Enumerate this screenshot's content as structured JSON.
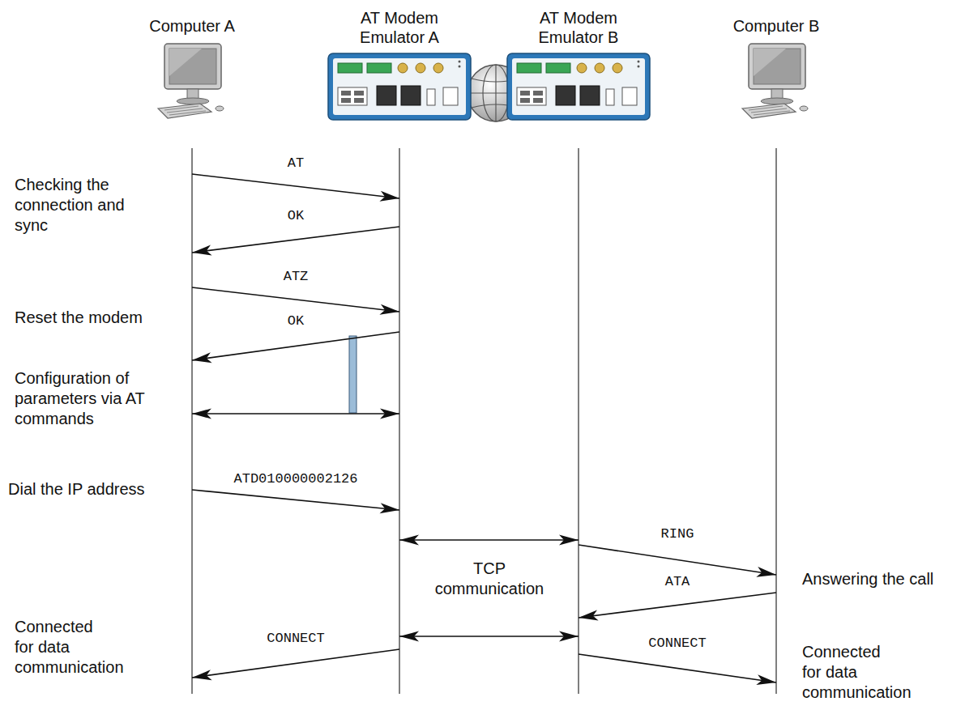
{
  "diagram": {
    "nodes": [
      {
        "text": [
          "Computer A"
        ]
      },
      {
        "text": [
          "AT Modem Emulator A"
        ]
      },
      {
        "text": [
          "AT Modem Emulator B"
        ]
      },
      {
        "text": [
          "Computer B"
        ]
      }
    ],
    "edges": [
      {
        "from": 0,
        "to": 1,
        "label": "AT",
        "arrow": "to"
      },
      {
        "from": 1,
        "to": 0,
        "label": "OK",
        "arrow": "to"
      },
      {
        "from": 0,
        "to": 1,
        "label": "ATZ",
        "arrow": "to"
      },
      {
        "from": 1,
        "to": 0,
        "label": "OK",
        "arrow": "to"
      },
      {
        "from": 0,
        "to": 1,
        "arrow": "both"
      },
      {
        "from": 0,
        "to": 1,
        "label": "ATD010000002126",
        "arrow": "to"
      },
      {
        "from": 1,
        "to": 2,
        "arrow": "both"
      },
      {
        "from": 2,
        "to": 3,
        "label": "RING",
        "arrow": "to"
      },
      {
        "from": 3,
        "to": 2,
        "label": "ATA",
        "arrow": "to"
      },
      {
        "from": 1,
        "to": 2,
        "arrow": "both"
      },
      {
        "from": 1,
        "to": 0,
        "label": "CONNECT",
        "arrow": "to"
      },
      {
        "from": 2,
        "to": 3,
        "label": "CONNECT",
        "arrow": "to"
      }
    ],
    "labels": [
      "Checking the connection and sync",
      "Reset the modem",
      "Configuration of parameters via AT commands",
      "Dial the IP address",
      "TCP communication",
      "Answering the call",
      "Connected for data communication",
      "Connected for data communication"
    ]
  }
}
